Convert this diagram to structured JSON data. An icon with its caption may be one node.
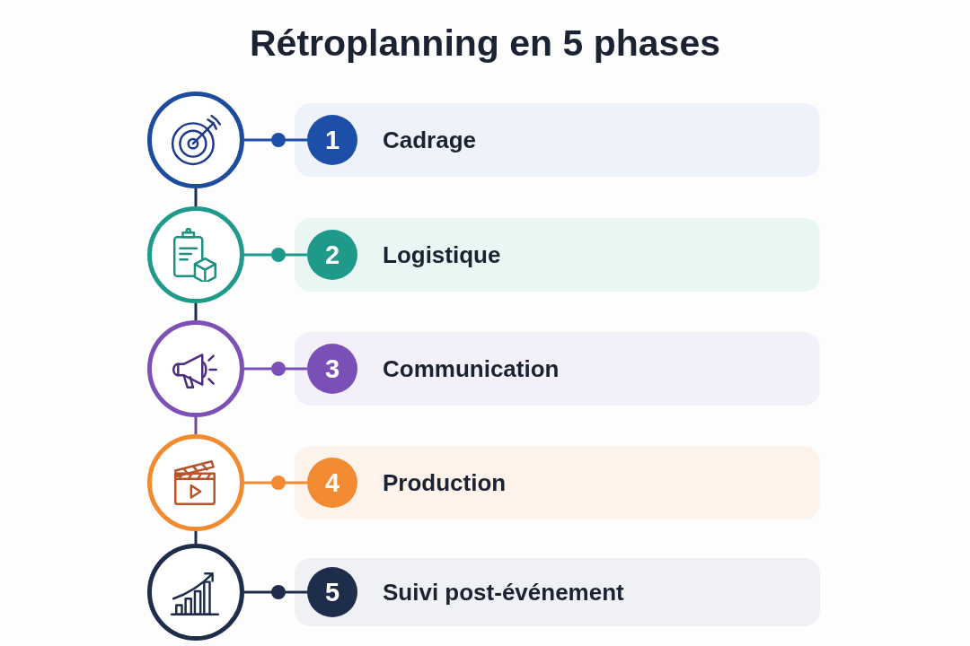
{
  "diagram": {
    "title": "Rétroplanning en 5 phases",
    "nodes": [
      {
        "text": [],
        "shape": "circle"
      },
      {
        "text": [
          "Cadrage"
        ]
      },
      {
        "text": [
          "1"
        ],
        "in": 1
      },
      {
        "text": [],
        "shape": "circle"
      },
      {
        "text": [
          "Logistique"
        ]
      },
      {
        "text": [
          "2"
        ],
        "in": 4
      },
      {
        "text": [],
        "shape": "circle"
      },
      {
        "text": [
          "Communication"
        ]
      },
      {
        "text": [
          "3"
        ],
        "in": 7
      },
      {
        "text": [],
        "shape": "circle"
      },
      {
        "text": [
          "Production"
        ]
      },
      {
        "text": [
          "4"
        ],
        "in": 10
      },
      {
        "text": [],
        "shape": "circle"
      },
      {
        "text": [
          "Suivi post-événement"
        ]
      },
      {
        "text": [
          "5"
        ],
        "in": 13
      }
    ],
    "edges": [
      {
        "from": 0,
        "to": 2,
        "arrow": "other",
        "color": "#1d4fa8"
      },
      {
        "from": 0,
        "to": 3,
        "arrow": "none"
      },
      {
        "from": 3,
        "to": 5,
        "arrow": "other",
        "color": "#1f9a8a"
      },
      {
        "from": 3,
        "to": 6,
        "arrow": "none"
      },
      {
        "from": 6,
        "to": 8,
        "arrow": "other",
        "color": "#7b50b6"
      },
      {
        "from": 6,
        "to": 9,
        "arrow": "none",
        "color": "#6e4d93"
      },
      {
        "from": 9,
        "to": 11,
        "arrow": "other",
        "color": "#f28a32"
      },
      {
        "from": 9,
        "to": 12,
        "arrow": "none"
      },
      {
        "from": 12,
        "to": 14,
        "arrow": "other"
      }
    ]
  }
}
